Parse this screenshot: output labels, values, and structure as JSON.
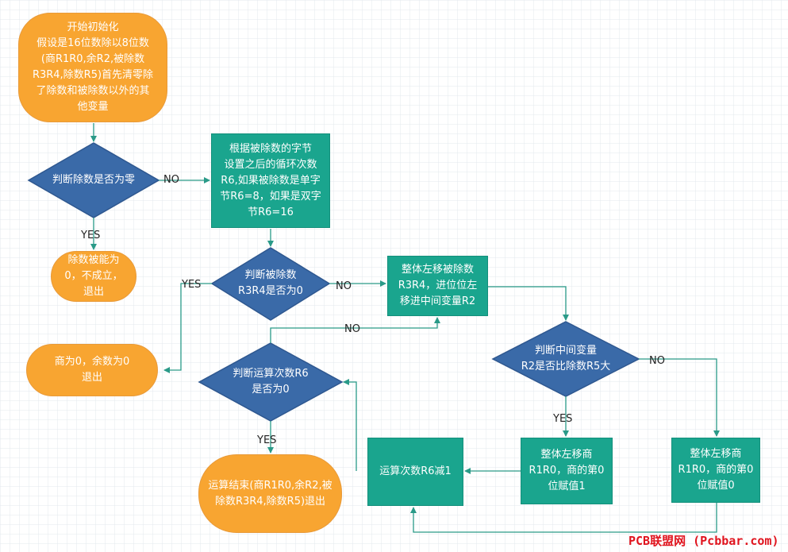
{
  "nodes": {
    "start": "开始初始化\n假设是16位数除以8位数\n(商R1R0,余R2,被除数\nR3R4,除数R5)首先清零除\n了除数和被除数以外的其\n他变量",
    "d_zero": "判断除数是否为零",
    "p_loop": "根据被除数的字节\n设置之后的循环次数\nR6,如果被除数是单字\n节R6=8，如果是双字\n节R6=16",
    "t_err": "除数被能为\n0，不成立，\n退出",
    "d_dividend": "判断被除数\nR3R4是否为0",
    "p_shift": "整体左移被除数\nR3R4，进位位左\n移进中间变量R2",
    "t_zero": "商为0，余数为0\n退出",
    "d_count": "判断运算次数R6\n是否为0",
    "d_compare": "判断中间变量\nR2是否比除数R5大",
    "t_end": "运算结束(商R1R0,余R2,被\n除数R3R4,除数R5)退出",
    "p_dec": "运算次数R6减1",
    "p_q1": "整体左移商\nR1R0，商的第0\n位赋值1",
    "p_q0": "整体左移商\nR1R0，商的第0\n位赋值0"
  },
  "labels": {
    "no_zero": "NO",
    "yes_zero": "YES",
    "yes_dividend": "YES",
    "no_dividend": "NO",
    "no_count": "NO",
    "yes_count": "YES",
    "no_compare": "NO",
    "yes_compare": "YES"
  },
  "watermark": "PCB联盟网 (Pcbbar.com)",
  "colors": {
    "terminal": "#f8a531",
    "process": "#1aa58e",
    "decision": "#3a6aa8",
    "arrow": "#2a9a88"
  }
}
